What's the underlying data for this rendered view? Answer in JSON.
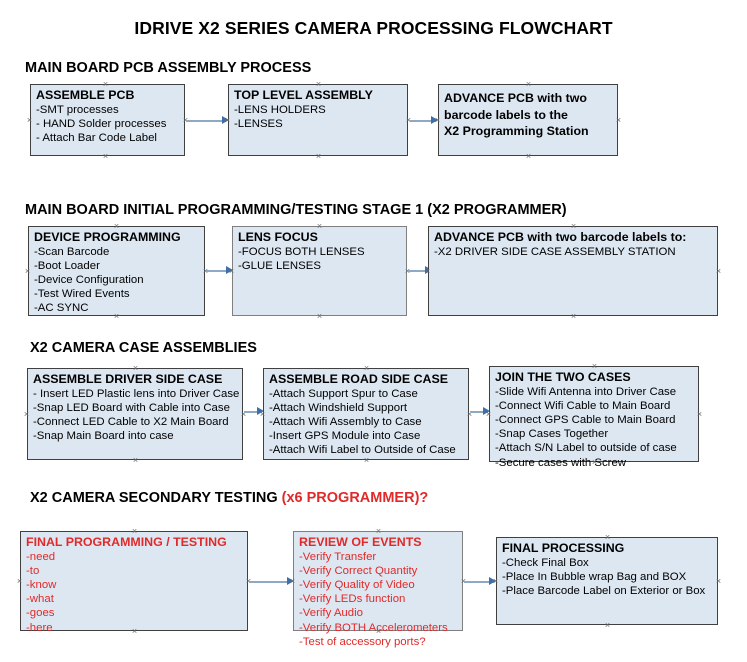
{
  "page": {
    "title": "IDRIVE X2  SERIES CAMERA PROCESSING FLOWCHART",
    "background_color": "#ffffff",
    "box_fill_color": "#dde7f2",
    "box_border_color": "#7f7f7f",
    "connector_color": "#8ea9c4",
    "arrow_color": "#3f6fa8",
    "accent_red": "#e02a2a"
  },
  "sections": [
    {
      "heading": "MAIN BOARD PCB ASSEMBLY PROCESS",
      "heading_accent": "",
      "nodes": [
        {
          "title": "ASSEMBLE PCB",
          "lines": [
            "-SMT processes",
            "- HAND Solder processes",
            "- Attach Bar Code Label"
          ]
        },
        {
          "title": "TOP LEVEL ASSEMBLY",
          "lines": [
            "-LENS HOLDERS",
            "-LENSES"
          ]
        },
        {
          "headline": [
            "ADVANCE PCB with two",
            "barcode labels to the",
            " X2 Programming Station"
          ],
          "lines": []
        }
      ]
    },
    {
      "heading": "MAIN BOARD INITIAL PROGRAMMING/TESTING STAGE 1 (X2 PROGRAMMER)",
      "heading_accent": "",
      "nodes": [
        {
          "title": "DEVICE PROGRAMMING",
          "lines": [
            "-Scan Barcode",
            "-Boot Loader",
            "-Device Configuration",
            "-Test Wired Events",
            "-AC SYNC"
          ]
        },
        {
          "title": "LENS FOCUS",
          "lines": [
            "-FOCUS BOTH LENSES",
            "-GLUE LENSES"
          ]
        },
        {
          "title": "ADVANCE PCB with two barcode labels to:",
          "lines": [
            "-X2 DRIVER  SIDE  CASE  ASSEMBLY STATION"
          ]
        }
      ]
    },
    {
      "heading": "X2 CAMERA CASE ASSEMBLIES",
      "heading_accent": "",
      "nodes": [
        {
          "title": "ASSEMBLE DRIVER SIDE CASE",
          "lines": [
            "- Insert LED Plastic lens into Driver Case",
            "-Snap LED Board with Cable into Case",
            "-Connect LED Cable to X2 Main Board",
            "-Snap Main Board into case"
          ]
        },
        {
          "title": "ASSEMBLE ROAD SIDE CASE",
          "lines": [
            "-Attach Support Spur to Case",
            "-Attach Windshield Support",
            "-Attach Wifi Assembly to Case",
            "-Insert GPS Module into Case",
            "-Attach Wifi Label to Outside of Case"
          ]
        },
        {
          "title": "JOIN THE TWO CASES",
          "lines": [
            "-Slide Wifi Antenna into Driver Case",
            "-Connect Wifi Cable to Main Board",
            "-Connect GPS Cable to Main Board",
            "-Snap Cases Together",
            "-Attach S/N Label to outside of case",
            "-Secure cases with Screw"
          ]
        }
      ]
    },
    {
      "heading": "X2 CAMERA SECONDARY TESTING ",
      "heading_accent": "(x6 PROGRAMMER)?",
      "nodes": [
        {
          "title": "FINAL PROGRAMMING / TESTING",
          "lines": [
            "-need",
            "-to",
            "-know",
            "-what",
            "-goes",
            "-here"
          ],
          "color": "red"
        },
        {
          "title": "REVIEW OF EVENTS",
          "lines": [
            "-Verify Transfer",
            "-Verify Correct Quantity",
            "-Verify Quality of Video",
            "-Verify LEDs function",
            "-Verify Audio",
            "-Verify BOTH Accelerometers",
            "-Test of accessory ports?"
          ],
          "color": "red"
        },
        {
          "title": "FINAL PROCESSING",
          "lines": [
            " -Check Final Box",
            "-Place In Bubble wrap Bag and BOX",
            "-Place Barcode Label on Exterior or Box"
          ]
        }
      ]
    }
  ]
}
